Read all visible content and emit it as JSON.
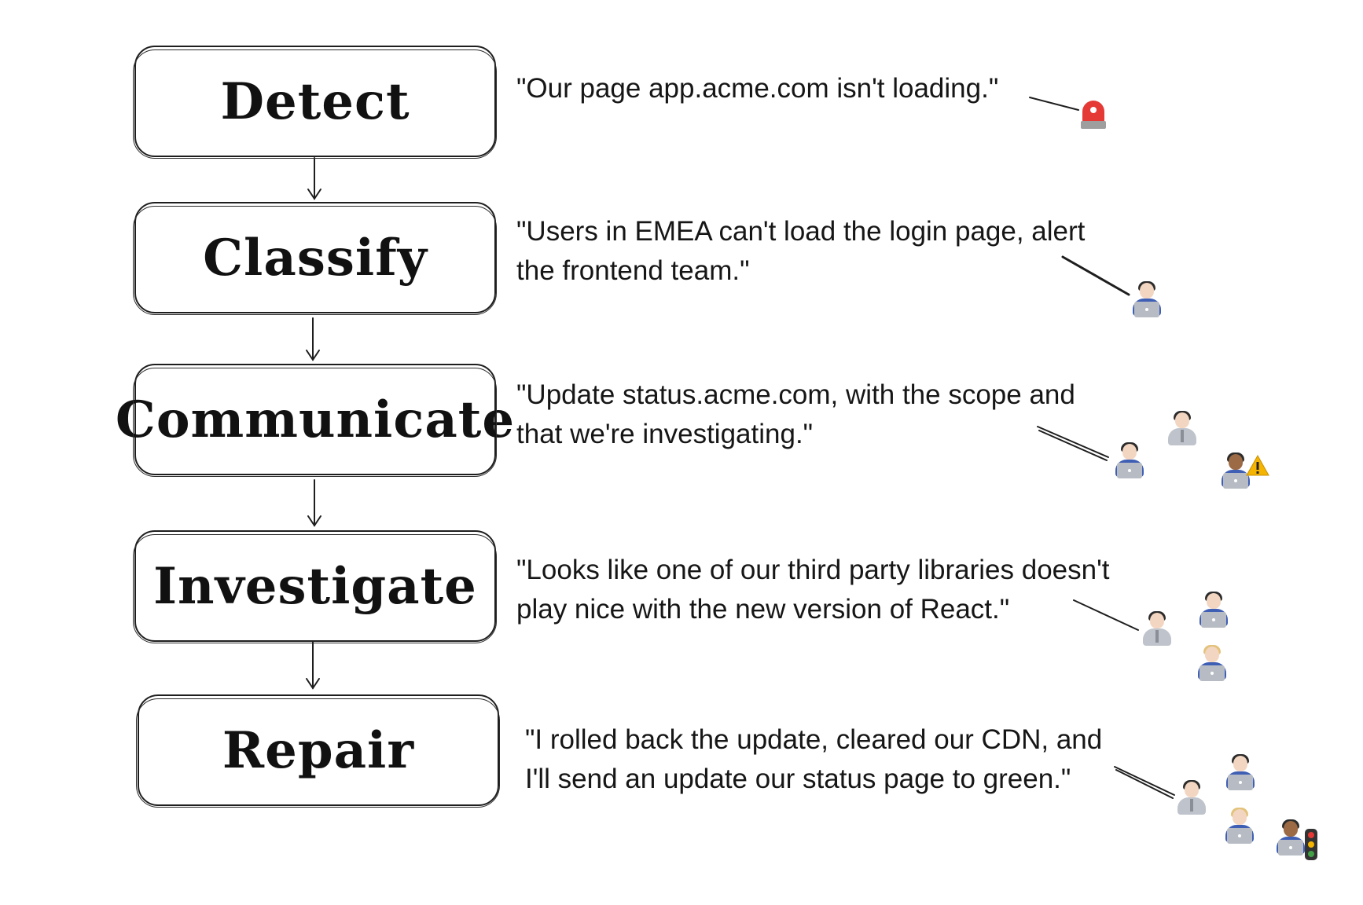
{
  "steps": [
    {
      "label": "Detect"
    },
    {
      "label": "Classify"
    },
    {
      "label": "Communicate"
    },
    {
      "label": "Investigate"
    },
    {
      "label": "Repair"
    }
  ],
  "quotes": [
    {
      "lines": [
        "\"Our page app.acme.com isn't loading.\""
      ]
    },
    {
      "lines": [
        "\"Users in EMEA can't load the login page, alert",
        "the frontend team.\""
      ]
    },
    {
      "lines": [
        "\"Update status.acme.com, with the scope and",
        "that we're investigating.\""
      ]
    },
    {
      "lines": [
        "\"Looks like one of our third party libraries doesn't",
        "play nice with the new version of React.\""
      ]
    },
    {
      "lines": [
        "\"I rolled back the update, cleared our CDN, and",
        "I'll send an update our status page to green.\""
      ]
    }
  ],
  "icons": {
    "detect": [
      "police-car-light-icon"
    ],
    "classify": [
      "woman-technologist-icon"
    ],
    "communicate": [
      "woman-technologist-icon",
      "man-technologist-icon",
      "person-technologist-icon",
      "warning-icon"
    ],
    "investigate": [
      "man-technologist-icon",
      "woman-technologist-icon",
      "blonde-technologist-icon"
    ],
    "repair": [
      "man-technologist-icon",
      "woman-technologist-icon",
      "blonde-technologist-icon",
      "person-technologist-icon",
      "traffic-light-icon"
    ]
  },
  "colors": {
    "ink": "#1e1e1e",
    "siren": "#e53935",
    "laptop": "#b7bcc4"
  }
}
